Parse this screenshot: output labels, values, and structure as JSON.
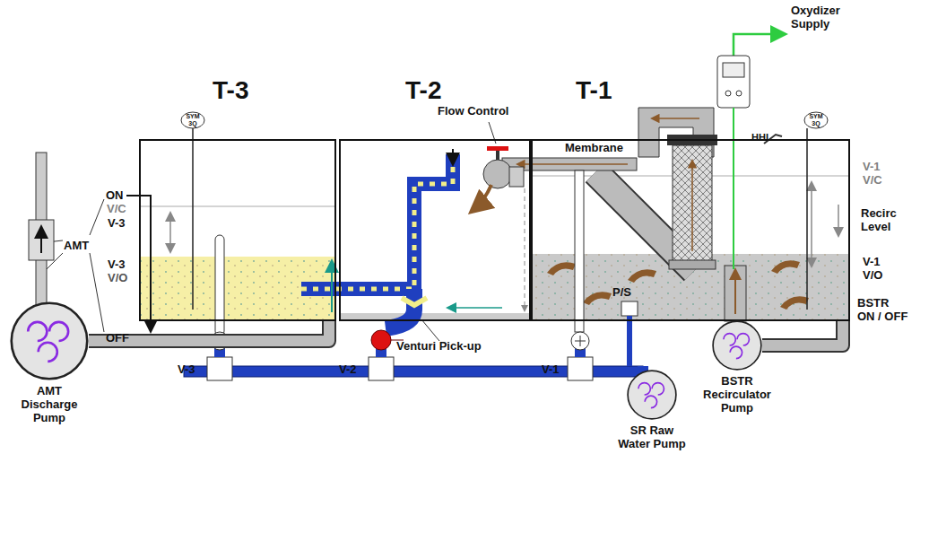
{
  "diagram": {
    "nodes": [
      {
        "text": [
          "T-3"
        ]
      },
      {
        "text": [
          "T-2"
        ]
      },
      {
        "text": [
          "T-1"
        ]
      },
      {
        "text": [
          "AMT Discharge Pump"
        ]
      },
      {
        "text": [
          "SR Raw Water Pump"
        ]
      },
      {
        "text": [
          "BSTR Recirculator Pump"
        ]
      }
    ],
    "edges": [
      {
        "from": 3,
        "to": 0,
        "arrow": "none"
      },
      {
        "from": 5,
        "to": 2,
        "arrow": "none"
      }
    ],
    "labels": [
      "Oxydizer Supply",
      "SYM 3Q",
      "Flow Control",
      "Membrane",
      "HHL",
      "SYM 3Q",
      "ON",
      "V/C",
      "V-3",
      "AMT",
      "V-3",
      "V/O",
      "OFF",
      "V-1",
      "V/C",
      "Recirc Level",
      "V-1",
      "V/O",
      "BSTR ON / OFF",
      "Venturi Pick-up",
      "V-3",
      "V-2",
      "V-1",
      "P/S"
    ]
  }
}
